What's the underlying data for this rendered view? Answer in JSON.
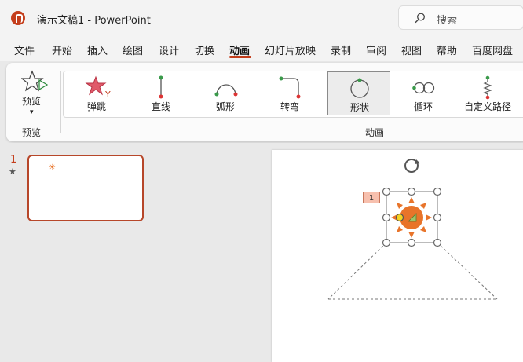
{
  "titlebar": {
    "title": "演示文稿1  -  PowerPoint",
    "search_placeholder": "搜索"
  },
  "menu": [
    "文件",
    "开始",
    "插入",
    "绘图",
    "设计",
    "切换",
    "动画",
    "幻灯片放映",
    "录制",
    "审阅",
    "视图",
    "帮助",
    "百度网盘"
  ],
  "active_tab": "动画",
  "ribbon": {
    "preview_label": "预览",
    "preview_group_label": "预览",
    "animation_group_label": "动画",
    "animations": [
      "弹跳",
      "直线",
      "弧形",
      "转弯",
      "形状",
      "循环",
      "自定义路径"
    ],
    "selected_animation": "形状"
  },
  "slides_pane": {
    "slide_number": "1",
    "star": "★"
  },
  "canvas": {
    "animation_tag": "1"
  },
  "colors": {
    "accent": "#c43e1c",
    "sun": "#e8742a"
  }
}
